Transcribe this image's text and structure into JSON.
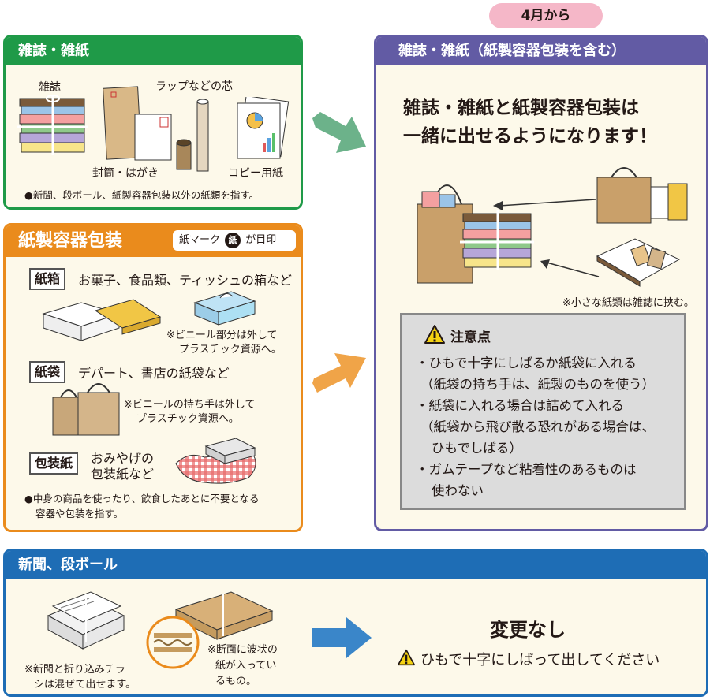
{
  "badge": "4月から",
  "zasshi": {
    "title": "雑誌・雑紙",
    "items": {
      "zasshi": "雑誌",
      "wrap_core": "ラップなどの芯",
      "envelope": "封筒・はがき",
      "copy_paper": "コピー用紙"
    },
    "note": "●新聞、段ボール、紙製容器包装以外の紙類を指す。"
  },
  "youki": {
    "title": "紙製容器包装",
    "mark_pre": "紙マーク",
    "mark_glyph": "紙",
    "mark_post": "が目印",
    "box_tag": "紙箱",
    "box_desc": "お菓子、食品類、ティッシュの箱など",
    "box_note_1": "※ビニール部分は外して",
    "box_note_2": "プラスチック資源へ。",
    "bag_tag": "紙袋",
    "bag_desc": "デパート、書店の紙袋など",
    "bag_note_1": "※ビニールの持ち手は外して",
    "bag_note_2": "プラスチック資源へ。",
    "wrap_tag": "包装紙",
    "wrap_desc_1": "おみやげの",
    "wrap_desc_2": "包装紙など",
    "note_1": "●中身の商品を使ったり、飲食したあとに不要となる",
    "note_2": "容器や包装を指す。"
  },
  "combined": {
    "title": "雑誌・雑紙（紙製容器包装を含む）",
    "headline_1": "雑誌・雑紙と紙製容器包装は",
    "headline_2": "一緒に出せるようになります！",
    "small_note": "※小さな紙類は雑誌に挟む。",
    "caution_title": "注意点",
    "caution_lines": [
      "・ひもで十字にしばるか紙袋に入れる",
      "（紙袋の持ち手は、紙製のものを使う）",
      "・紙袋に入れる場合は詰めて入れる",
      "（紙袋から飛び散る恐れがある場合は、",
      "ひもでしばる）",
      "・ガムテープなど粘着性のあるものは",
      "使わない"
    ]
  },
  "shinbun": {
    "title": "新聞、段ボール",
    "note_1": "※新聞と折り込みチラ",
    "note_2": "シは混ぜて出せます。",
    "dan_note_1": "※断面に波状の",
    "dan_note_2": "紙が入ってい",
    "dan_note_3": "るもの。",
    "no_change": "変更なし",
    "instruction": "ひもで十字にしばって出してください"
  },
  "colors": {
    "green": "#1f9a48",
    "orange": "#ea8b1c",
    "purple": "#625ba4",
    "blue": "#1e6db5",
    "badge_pink": "#f5b7c8",
    "panel_bg": "#fdf9ea"
  }
}
